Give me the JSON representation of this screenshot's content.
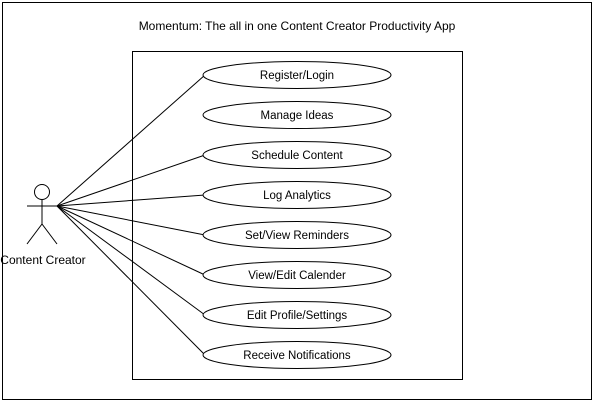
{
  "diagram": {
    "title": "Momentum: The all in one Content Creator Productivity App",
    "actor": {
      "label": "Content Creator"
    },
    "use_cases": [
      {
        "label": "Register/Login"
      },
      {
        "label": "Manage Ideas"
      },
      {
        "label": "Schedule Content"
      },
      {
        "label": "Log Analytics"
      },
      {
        "label": "Set/View Reminders"
      },
      {
        "label": "View/Edit Calender"
      },
      {
        "label": "Edit Profile/Settings"
      },
      {
        "label": "Receive Notifications"
      }
    ],
    "associations": [
      0,
      2,
      3,
      4,
      5,
      6,
      7
    ]
  }
}
